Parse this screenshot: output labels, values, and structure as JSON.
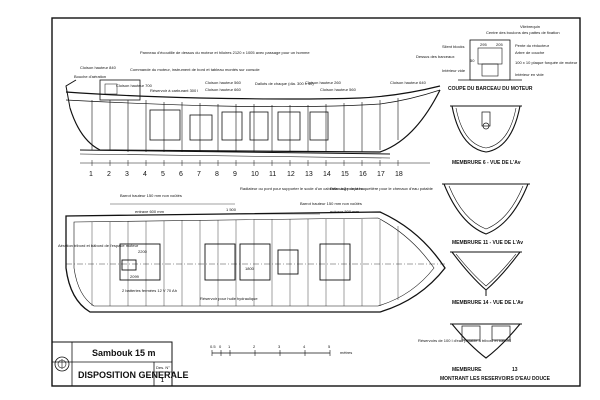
{
  "title_block": {
    "name": "Sambouk 15 m",
    "subtitle": "DISPOSITION GENERALE",
    "des_label": "Des. N°",
    "des_number": "1"
  },
  "scale_bar": {
    "ticks": [
      "0.5",
      "0",
      "1",
      "2",
      "3",
      "4",
      "5"
    ],
    "unit": "mètres"
  },
  "profile_labels": {
    "cloison_840": "Cloison hauteur 840",
    "bouche": "Bouche d'aération",
    "commande": "Commande du moteur, instrument de bord et tableau montés sur console",
    "panneau": "Panneau d'écoutille de dessus du moteur et hiloires 2120 x 1005 avec passage pour un homme",
    "cloison_700": "Cloison hauteur 700",
    "reservoir_carb": "Réservoir à carburant 300 l",
    "cloison_560": "Cloison hauteur 560",
    "cloison_660": "Cloison hauteur 660",
    "dallots": "Dallots de chaque (dia. 300 x 40)",
    "cloison_260": "Cloison hauteur 260",
    "cloison_560b": "Cloison hauteur 560",
    "cloison_640": "Cloison hauteur 640"
  },
  "frame_numbers": [
    "1",
    "2",
    "3",
    "4",
    "5",
    "6",
    "7",
    "8",
    "9",
    "10",
    "11",
    "12",
    "13",
    "14",
    "15",
    "16",
    "17",
    "18"
  ],
  "plan_labels": {
    "barrot_150_a": "Barrot hauteur 150 mm non voûtés",
    "entraxe_600": "entraxe 600 mm",
    "radiateur": "Radiateur ou pont pour supporter le socle d'un cabestan à 2 poupées",
    "deboage": "Débouage de la baquetière pour le chenaux d'eau potable",
    "barrot_150_b": "Barrot hauteur 150 mm non voûtés",
    "entraxe_500": "entraxe 500 mm",
    "aeration": "Aération tribord et bâbord de l'espace moteur",
    "batteries": "2 batteries fermées 12 V 70 Ah",
    "reservoir_huile": "Réservoir pour huile hydraulique",
    "dim_2200": "2200",
    "dim_2099": "2099",
    "dim_1500": "1 500",
    "dim_1800": "1800"
  },
  "section_labels": {
    "coupe_title": "COUPE DU BARCEAU DU MOTEUR",
    "vilebrequin": "Vilebrequin",
    "centre_boulons": "Centre des boulons des pattes de fixation",
    "pente": "Pente du réducteur",
    "arbre": "Arbre de couche",
    "silent": "Silent blocks",
    "dessus": "Dessus des barceaux",
    "interieur_vide": "Intérieur vide",
    "plaque": "100 x 10 plaque forquée de moteur",
    "interieur_vide2": "Intérieur en vide",
    "dim_295": "295",
    "dim_205": "205",
    "dim_50": "50",
    "mem6": "MEMBRURE 6 - VUE DE L'Av",
    "mem11": "MEMBRURE 11 - VUE DE L'Av",
    "mem14": "MEMBRURE 14 - VUE DE L'Av",
    "mem13": "MEMBRURE",
    "mem13_num": "13",
    "reservoirs_note": "Réservoirs de 100 l d'eau potable à tribord et bâbord",
    "montrant": "MONTRANT LES RESERVOIRS D'EAU DOUCE"
  },
  "colors": {
    "ink": "#111111",
    "paper": "#ffffff"
  }
}
